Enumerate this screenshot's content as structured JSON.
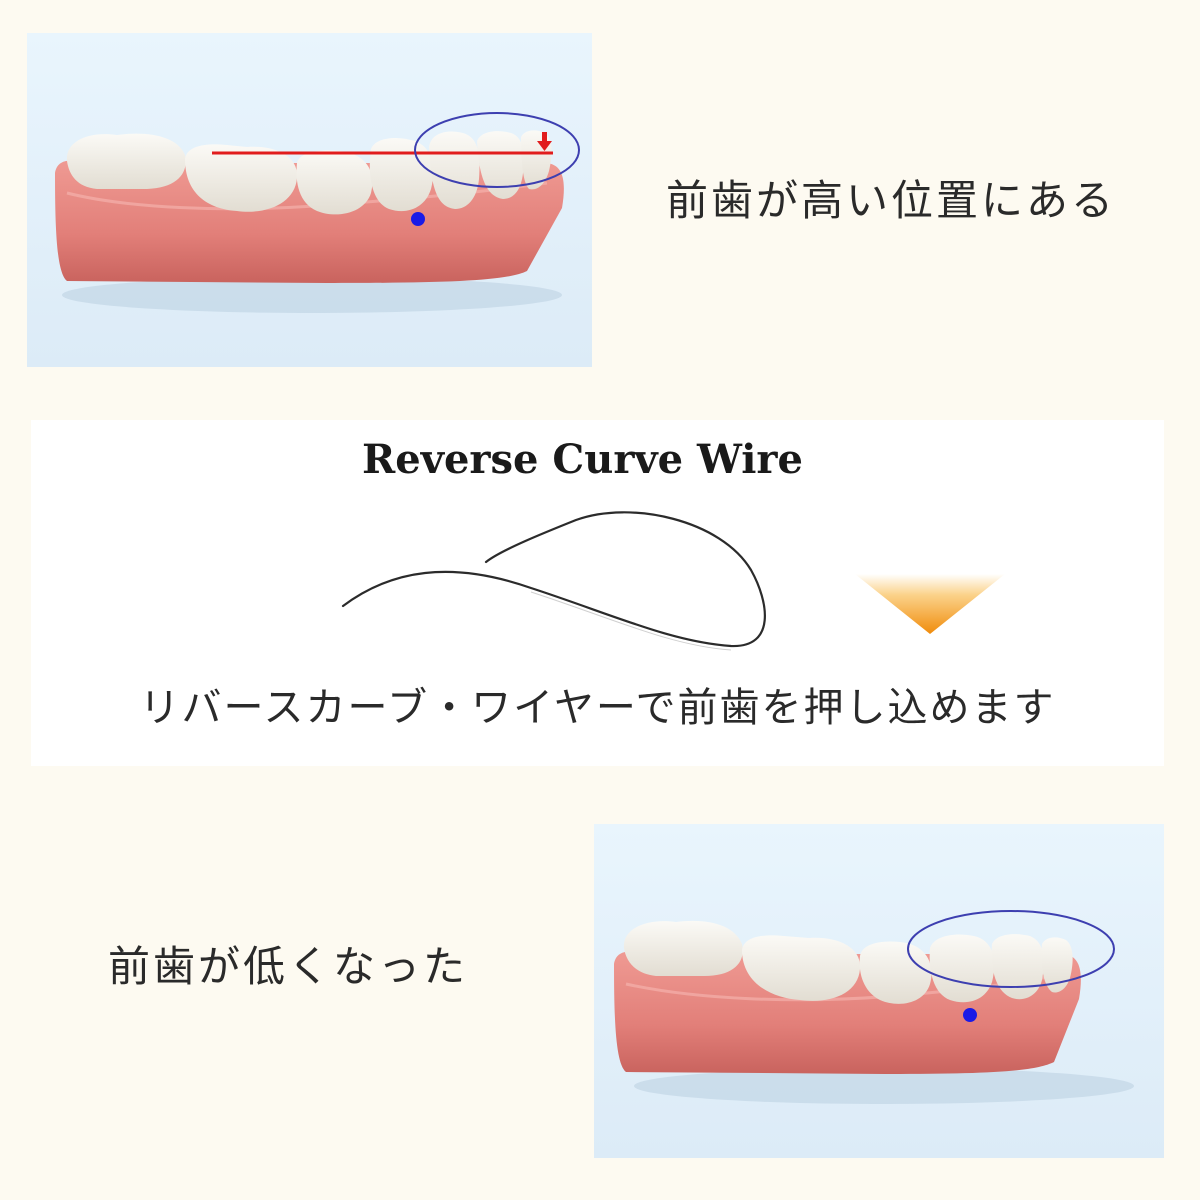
{
  "top": {
    "caption": "前歯が高い位置にある"
  },
  "middle": {
    "title": "Reverse Curve Wire",
    "caption": "リバースカーブ・ワイヤーで前歯を押し込めます"
  },
  "bottom": {
    "caption": "前歯が低くなった"
  },
  "colors": {
    "page_background": "#fdfaf1",
    "panel_background": "#e6f2fb",
    "gum": "#e88a84",
    "tooth": "#f4f1ea",
    "reference_line": "#e11d1d",
    "highlight_ellipse": "#3d3fb0",
    "marker_dot": "#1a1ae6",
    "arrow": "#f39a1e"
  }
}
